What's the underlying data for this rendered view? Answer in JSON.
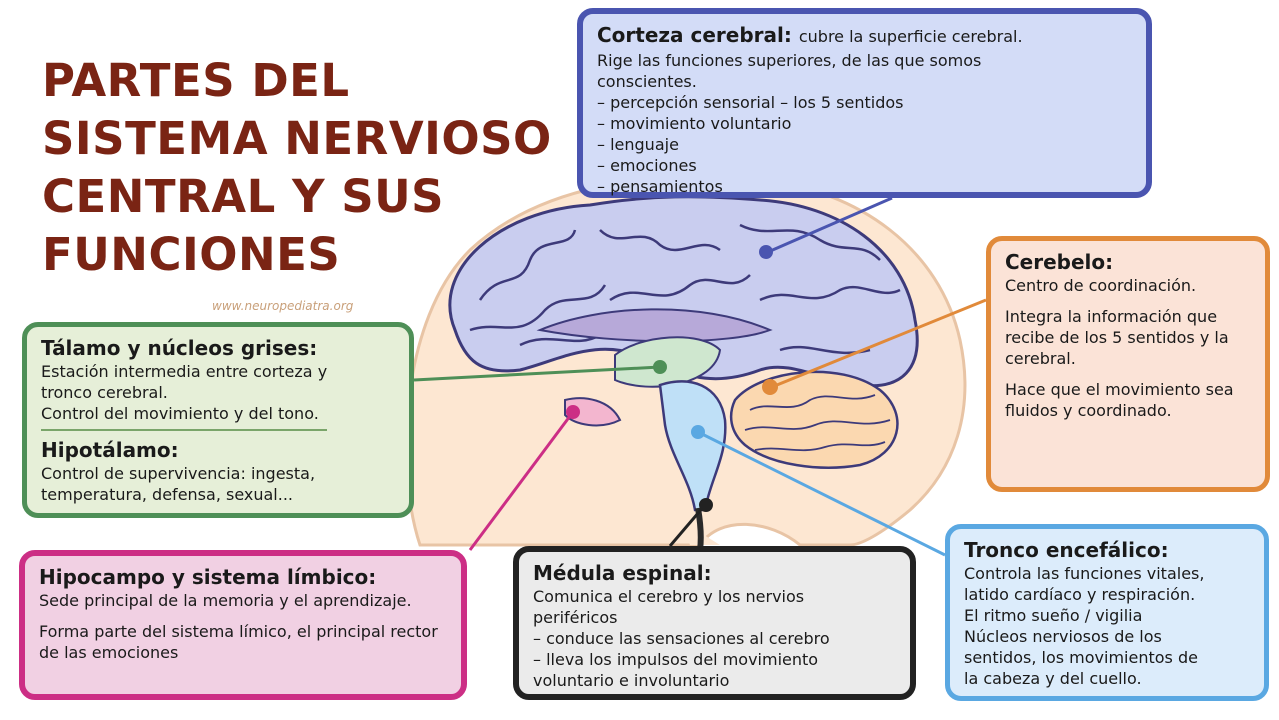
{
  "title_lines": [
    "PARTES DEL",
    "SISTEMA NERVIOSO",
    "CENTRAL Y SUS",
    "FUNCIONES"
  ],
  "credit": "www.neuropediatra.org",
  "colors": {
    "title": "#7a2414",
    "corteza": "#4a55b0",
    "cerebelo": "#e18a3a",
    "talamo": "#4e8f57",
    "hipocampo": "#cc2e85",
    "medula": "#222222",
    "tronco": "#5aa8e2"
  },
  "corteza": {
    "heading": "Corteza cerebral:",
    "heading_rest": "cubre la superficie cerebral.",
    "lines": [
      "Rige las funciones superiores, de las que somos",
      "conscientes.",
      "– percepción sensorial – los 5 sentidos",
      "– movimiento voluntario",
      "– lenguaje",
      "– emociones",
      "– pensamientos"
    ]
  },
  "cerebelo": {
    "heading": "Cerebelo:",
    "p1": "Centro de coordinación.",
    "p2": "Integra la información que recibe de los 5 sentidos y la cerebral.",
    "p3": "Hace que el movimiento sea fluidos y coordinado."
  },
  "talamo": {
    "heading": "Tálamo y núcleos grises:",
    "lines": [
      "Estación intermedia entre corteza y",
      "tronco cerebral.",
      "Control del movimiento y del tono."
    ],
    "heading2": "Hipotálamo:",
    "lines2": [
      "Control de supervivencia: ingesta,",
      "temperatura, defensa, sexual..."
    ]
  },
  "hipocampo": {
    "heading": "Hipocampo y sistema límbico:",
    "p1": "Sede principal de la memoria y el aprendizaje.",
    "p2": "Forma parte del sistema límico, el principal rector de las emociones"
  },
  "medula": {
    "heading": "Médula espinal:",
    "lines": [
      "Comunica el cerebro y los nervios",
      "periféricos",
      "– conduce las sensaciones al cerebro",
      "– lleva los impulsos del movimiento",
      "voluntario e involuntario"
    ]
  },
  "tronco": {
    "heading": "Tronco encefálico:",
    "lines": [
      "Controla las funciones vitales,",
      "latido cardíaco y respiración.",
      "El ritmo sueño / vigilia",
      "Núcleos nerviosos de los",
      "sentidos, los movimientos de",
      "la cabeza y del cuello."
    ]
  }
}
